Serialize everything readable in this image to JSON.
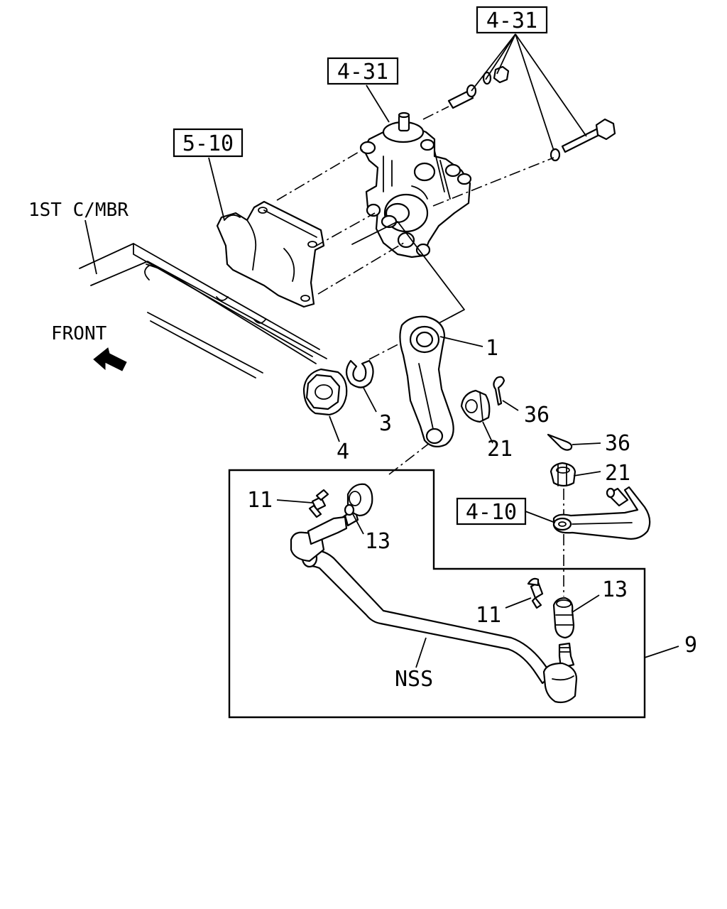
{
  "labels": {
    "ref_top": "4-31",
    "ref_gearbox": "4-31",
    "ref_bracket": "5-10",
    "ref_drag_link": "4-10",
    "crossmember": "1ST C/MBR",
    "front": "FRONT",
    "nss": "NSS"
  },
  "callouts": {
    "pitman_arm": "1",
    "snap_ring": "3",
    "nut": "4",
    "kit_assembly": "9",
    "grease_nipple_left": "11",
    "grease_nipple_right": "11",
    "dust_cover_left": "13",
    "dust_cover_right": "13",
    "castle_nut_upper": "21",
    "castle_nut_lower": "21",
    "cotter_pin_upper": "36",
    "cotter_pin_lower": "36"
  },
  "icons": {
    "front_arrow": "arrow-up-left-icon"
  }
}
